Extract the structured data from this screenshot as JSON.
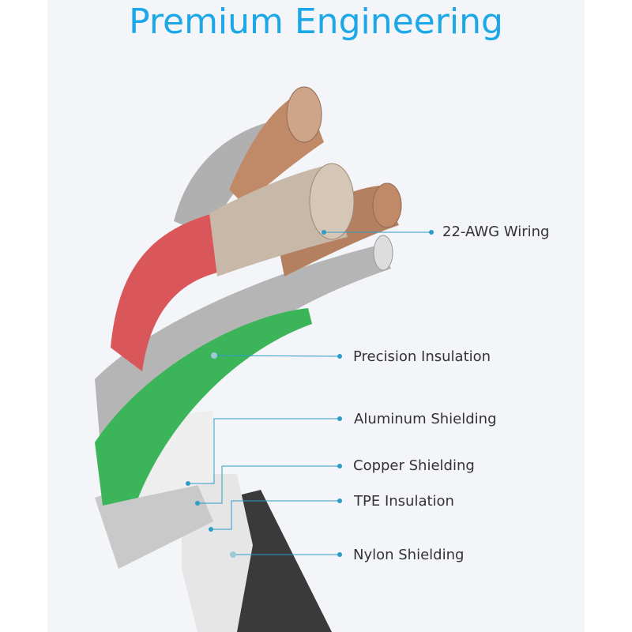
{
  "title": "Premium Engineering",
  "labels": [
    "22-AWG Wiring",
    "Precision Insulation",
    "Aluminum Shielding",
    "Copper Shielding",
    "TPE Insulation",
    "Nylon Shielding"
  ],
  "colors": {
    "accent": "#1ba7e8",
    "leader": "#2d9cc9",
    "red_wire": "#d9575a",
    "green_wire": "#3cb55a",
    "copper": "#c08a68",
    "silver": "#b8b8b8",
    "nylon": "#3a3a3a"
  }
}
